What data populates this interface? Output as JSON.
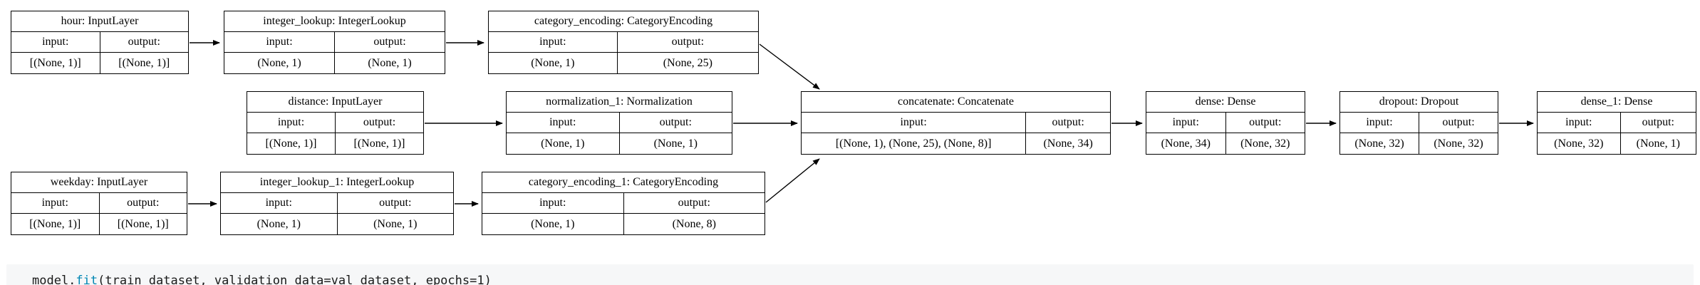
{
  "graph": {
    "col_input": "input:",
    "col_output": "output:",
    "nodes": [
      {
        "id": "hour",
        "title": "hour: InputLayer",
        "input": "[(None, 1)]",
        "output": "[(None, 1)]"
      },
      {
        "id": "integer_lookup",
        "title": "integer_lookup: IntegerLookup",
        "input": "(None, 1)",
        "output": "(None, 1)"
      },
      {
        "id": "category_encoding",
        "title": "category_encoding: CategoryEncoding",
        "input": "(None, 1)",
        "output": "(None, 25)"
      },
      {
        "id": "distance",
        "title": "distance: InputLayer",
        "input": "[(None, 1)]",
        "output": "[(None, 1)]"
      },
      {
        "id": "normalization_1",
        "title": "normalization_1: Normalization",
        "input": "(None, 1)",
        "output": "(None, 1)"
      },
      {
        "id": "concatenate",
        "title": "concatenate: Concatenate",
        "input": "[(None, 1), (None, 25), (None, 8)]",
        "output": "(None, 34)"
      },
      {
        "id": "dense",
        "title": "dense: Dense",
        "input": "(None, 34)",
        "output": "(None, 32)"
      },
      {
        "id": "dropout",
        "title": "dropout: Dropout",
        "input": "(None, 32)",
        "output": "(None, 32)"
      },
      {
        "id": "dense_1",
        "title": "dense_1: Dense",
        "input": "(None, 32)",
        "output": "(None, 1)"
      },
      {
        "id": "weekday",
        "title": "weekday: InputLayer",
        "input": "[(None, 1)]",
        "output": "[(None, 1)]"
      },
      {
        "id": "integer_lookup_1",
        "title": "integer_lookup_1: IntegerLookup",
        "input": "(None, 1)",
        "output": "(None, 1)"
      },
      {
        "id": "category_encoding_1",
        "title": "category_encoding_1: CategoryEncoding",
        "input": "(None, 1)",
        "output": "(None, 8)"
      }
    ],
    "edges": [
      "hour->integer_lookup",
      "integer_lookup->category_encoding",
      "category_encoding->concatenate",
      "distance->normalization_1",
      "normalization_1->concatenate",
      "weekday->integer_lookup_1",
      "integer_lookup_1->category_encoding_1",
      "category_encoding_1->concatenate",
      "concatenate->dense",
      "dense->dropout",
      "dropout->dense_1"
    ]
  },
  "code_cell": {
    "segments": [
      {
        "text": "model."
      },
      {
        "text": "fit"
      },
      {
        "text": "(train_dataset, validation_data=val_dataset, epochs=1)"
      }
    ]
  },
  "colors": {
    "node_border": "#000000",
    "node_background": "#ffffff",
    "edge": "#000000",
    "code_cell_background": "#f6f7f8",
    "code_text": "#1a1a1a",
    "code_function": "#0086b3",
    "page_background": "#ffffff"
  }
}
